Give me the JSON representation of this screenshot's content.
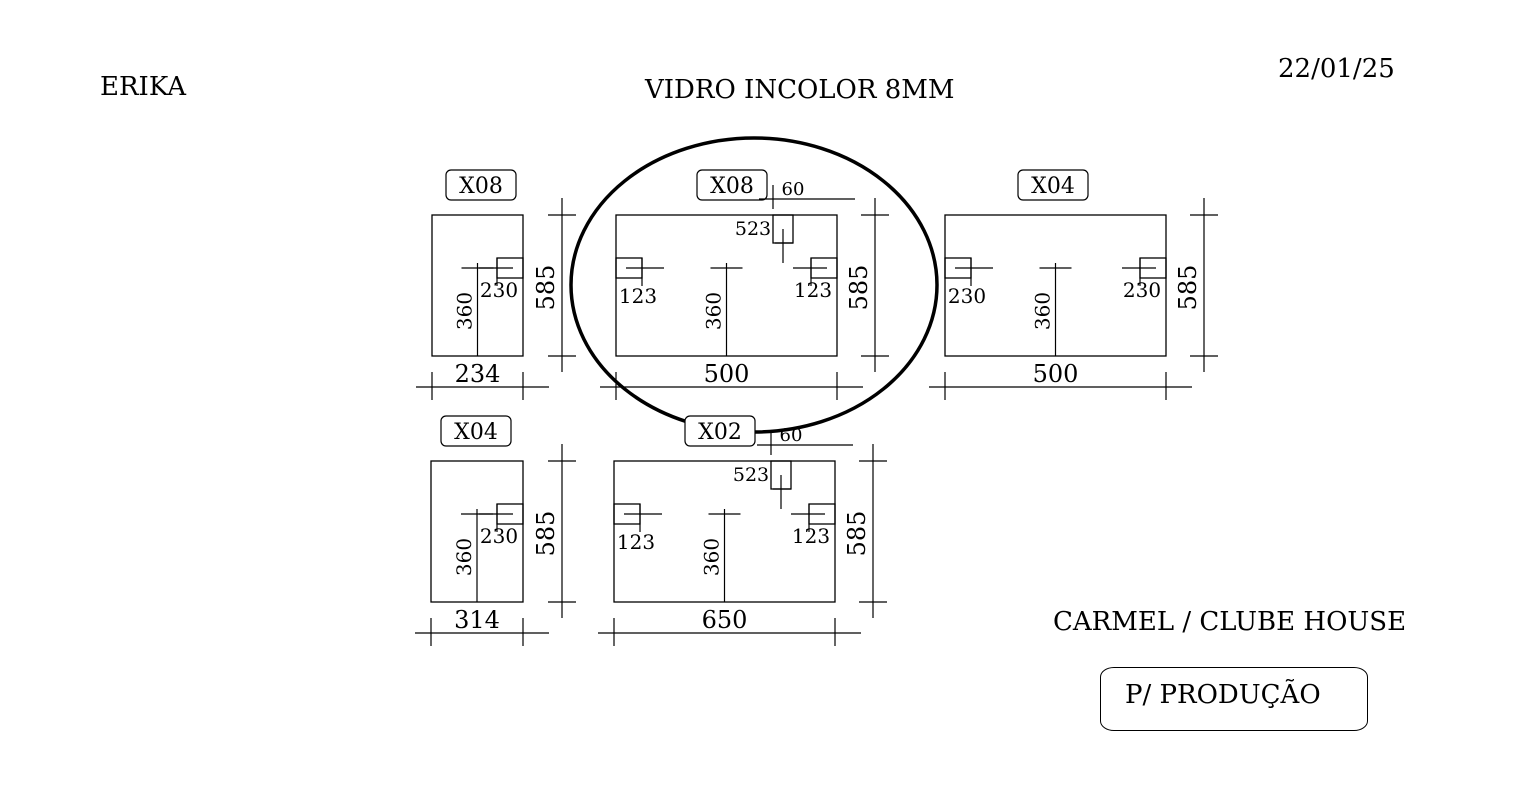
{
  "header": {
    "client": "ERIKA",
    "material": "VIDRO INCOLOR 8MM",
    "date": "22/01/25"
  },
  "project": "CARMEL / CLUBE HOUSE",
  "stamp": "P/ PRODUÇÃO",
  "panels": [
    {
      "id": "panel-1",
      "tag": "X08",
      "width": "234",
      "height": "585",
      "center_height": "360",
      "notches": [
        {
          "side": "right",
          "label": "230"
        }
      ]
    },
    {
      "id": "panel-2",
      "tag": "X08",
      "width": "500",
      "height": "585",
      "center_height": "360",
      "highlighted": true,
      "notches": [
        {
          "side": "left",
          "label": "123"
        },
        {
          "side": "right",
          "label": "123"
        },
        {
          "side": "top",
          "label": "523",
          "width_label": "60"
        }
      ]
    },
    {
      "id": "panel-3",
      "tag": "X04",
      "width": "500",
      "height": "585",
      "center_height": "360",
      "notches": [
        {
          "side": "left",
          "label": "230"
        },
        {
          "side": "right",
          "label": "230"
        }
      ]
    },
    {
      "id": "panel-4",
      "tag": "X04",
      "width": "314",
      "height": "585",
      "center_height": "360",
      "notches": [
        {
          "side": "right",
          "label": "230"
        }
      ]
    },
    {
      "id": "panel-5",
      "tag": "X02",
      "width": "650",
      "height": "585",
      "center_height": "360",
      "notches": [
        {
          "side": "left",
          "label": "123"
        },
        {
          "side": "right",
          "label": "123"
        },
        {
          "side": "top",
          "label": "523",
          "width_label": "60"
        }
      ]
    }
  ]
}
